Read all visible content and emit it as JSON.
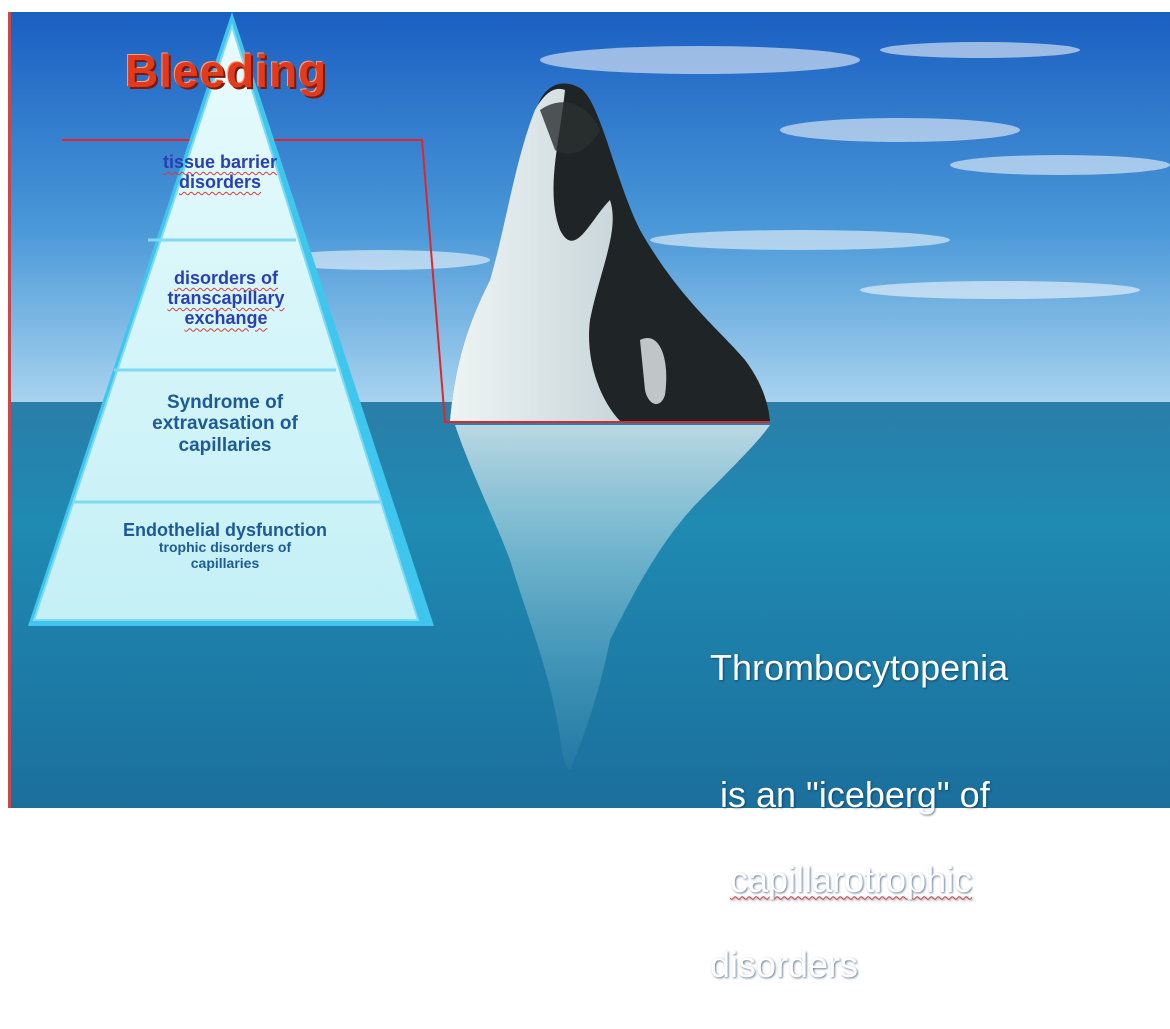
{
  "title": "Bleeding",
  "pyramid": {
    "levels": [
      {
        "lines": [
          "tissue barrier",
          "disorders"
        ],
        "color": "#2a3fb0"
      },
      {
        "lines": [
          "disorders of",
          "transcapillary",
          "exchange"
        ],
        "color": "#2a3fb0"
      },
      {
        "lines": [
          "Syndrome of",
          "extravasation of",
          "capillaries"
        ],
        "color": "#1d5a96"
      },
      {
        "lines": [
          "Endothelial dysfunction",
          "trophic disorders of",
          "capillaries"
        ],
        "color": "#1d5a96"
      }
    ]
  },
  "caption": {
    "lines": [
      "Thrombocytopenia",
      " is an \"iceberg\" of",
      "capillarotrophic",
      "disorders"
    ]
  },
  "colors": {
    "title": "#e23a1c",
    "pyramid_fill": "#d8f7fb",
    "pyramid_border": "#3ec6ee",
    "callout_line": "#e0262a",
    "sky_top": "#1a63c6",
    "sea": "#1a7aa8"
  }
}
